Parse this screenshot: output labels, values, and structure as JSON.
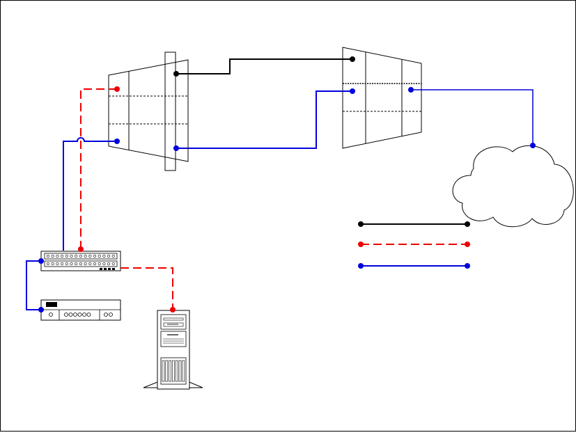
{
  "colors": {
    "background": "#ffffff",
    "frame": "#000000",
    "stroke": "#000000",
    "link_black": "#000000",
    "link_red": "#ee0000",
    "link_blue": "#0000dd"
  },
  "icons": {
    "left_device": "patch-panel-icon",
    "right_device": "patch-panel-icon",
    "cloud": "cloud-icon",
    "switch": "network-switch-icon",
    "modem": "modem-icon",
    "server": "server-tower-icon"
  },
  "legend": {
    "items": [
      {
        "style": "solid",
        "color": "#000000"
      },
      {
        "style": "dashed",
        "color": "#ee0000"
      },
      {
        "style": "solid",
        "color": "#0000dd"
      }
    ]
  }
}
